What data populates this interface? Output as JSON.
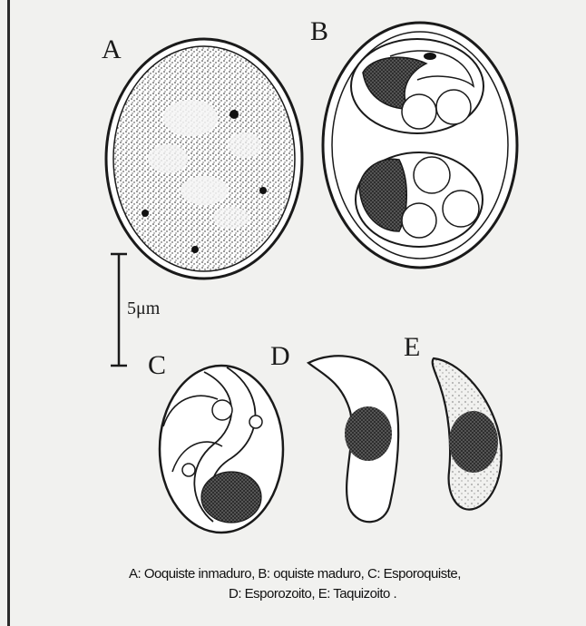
{
  "figure": {
    "labels": {
      "a": "A",
      "b": "B",
      "c": "C",
      "d": "D",
      "e": "E"
    },
    "scale_bar_label": "5μm"
  },
  "caption": {
    "line1": "A: Ooquiste inmaduro, B: oquiste maduro, C: Esporoquiste,",
    "line2": "D: Esporozoito, E: Taquizoito ."
  }
}
